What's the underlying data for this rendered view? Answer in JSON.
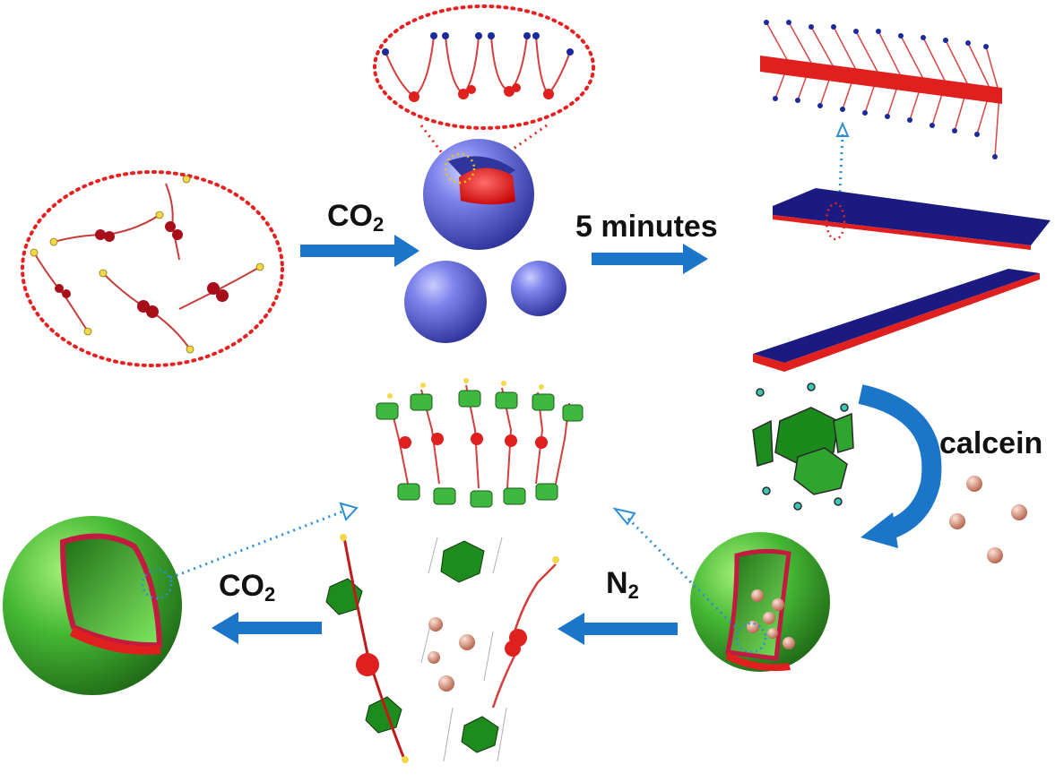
{
  "labels": {
    "co2_top": {
      "base": "CO",
      "sub": "2"
    },
    "five_minutes": "5 minutes",
    "calcein": "calcein",
    "n2": {
      "base": "N",
      "sub": "2"
    },
    "co2_bottom": {
      "base": "CO",
      "sub": "2"
    }
  },
  "colors": {
    "arrow": "#1b75c9",
    "dotted_red": "#e82020",
    "dotted_blue": "#2a8fd6",
    "sphere_blue": "#5b63d8",
    "sphere_green": "#45b834",
    "molecule_red": "#e01f1f",
    "sheet_navy": "#1a1a80",
    "calcein_bead": "#e8a38f"
  }
}
